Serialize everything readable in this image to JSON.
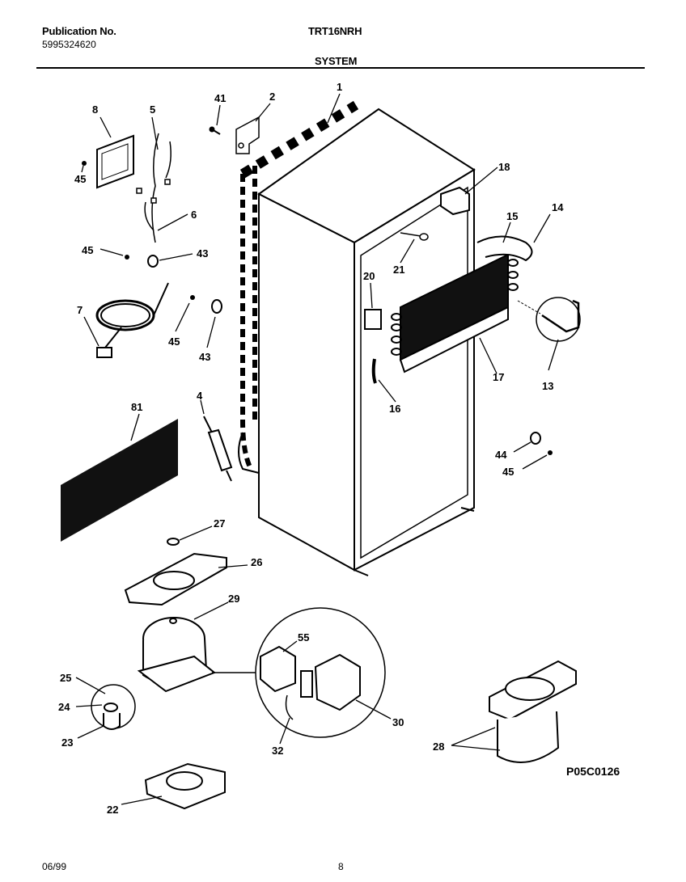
{
  "header": {
    "publication_label": "Publication No.",
    "publication_number": "5995324620",
    "model": "TRT16NRH",
    "section": "SYSTEM"
  },
  "diagram_code": "P05C0126",
  "footer": {
    "date": "06/99",
    "page": "8"
  },
  "callouts": {
    "c1": "1",
    "c2": "2",
    "c4": "4",
    "c5": "5",
    "c6": "6",
    "c7": "7",
    "c8": "8",
    "c13": "13",
    "c14": "14",
    "c15": "15",
    "c16": "16",
    "c17": "17",
    "c18": "18",
    "c20": "20",
    "c21": "21",
    "c22": "22",
    "c23": "23",
    "c24": "24",
    "c25": "25",
    "c26": "26",
    "c27": "27",
    "c28": "28",
    "c29": "29",
    "c30": "30",
    "c32": "32",
    "c41": "41",
    "c43a": "43",
    "c43b": "43",
    "c44": "44",
    "c45a": "45",
    "c45b": "45",
    "c45c": "45",
    "c45d": "45",
    "c55": "55",
    "c81": "81"
  }
}
